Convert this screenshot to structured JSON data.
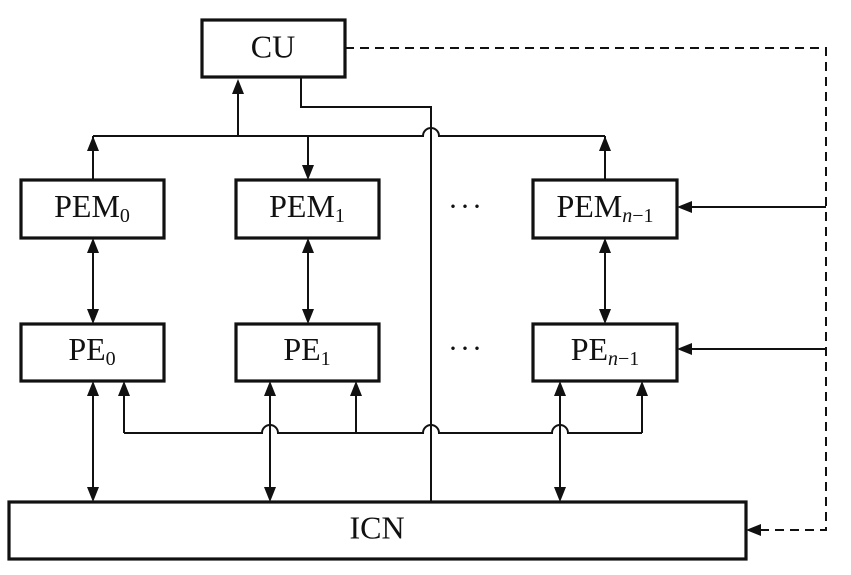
{
  "nodes": {
    "cu": {
      "label": "CU"
    },
    "pem0": {
      "label": "PEM",
      "subscript": "0"
    },
    "pem1": {
      "label": "PEM",
      "subscript": "1"
    },
    "pemn": {
      "label": "PEM",
      "subscript_var": "n",
      "subscript_rest": "−1"
    },
    "pe0": {
      "label": "PE",
      "subscript": "0"
    },
    "pe1": {
      "label": "PE",
      "subscript": "1"
    },
    "pen": {
      "label": "PE",
      "subscript_var": "n",
      "subscript_rest": "−1"
    },
    "icn": {
      "label": "ICN"
    }
  },
  "ellipsis": {
    "pem_row": "···",
    "pe_row": "···"
  }
}
